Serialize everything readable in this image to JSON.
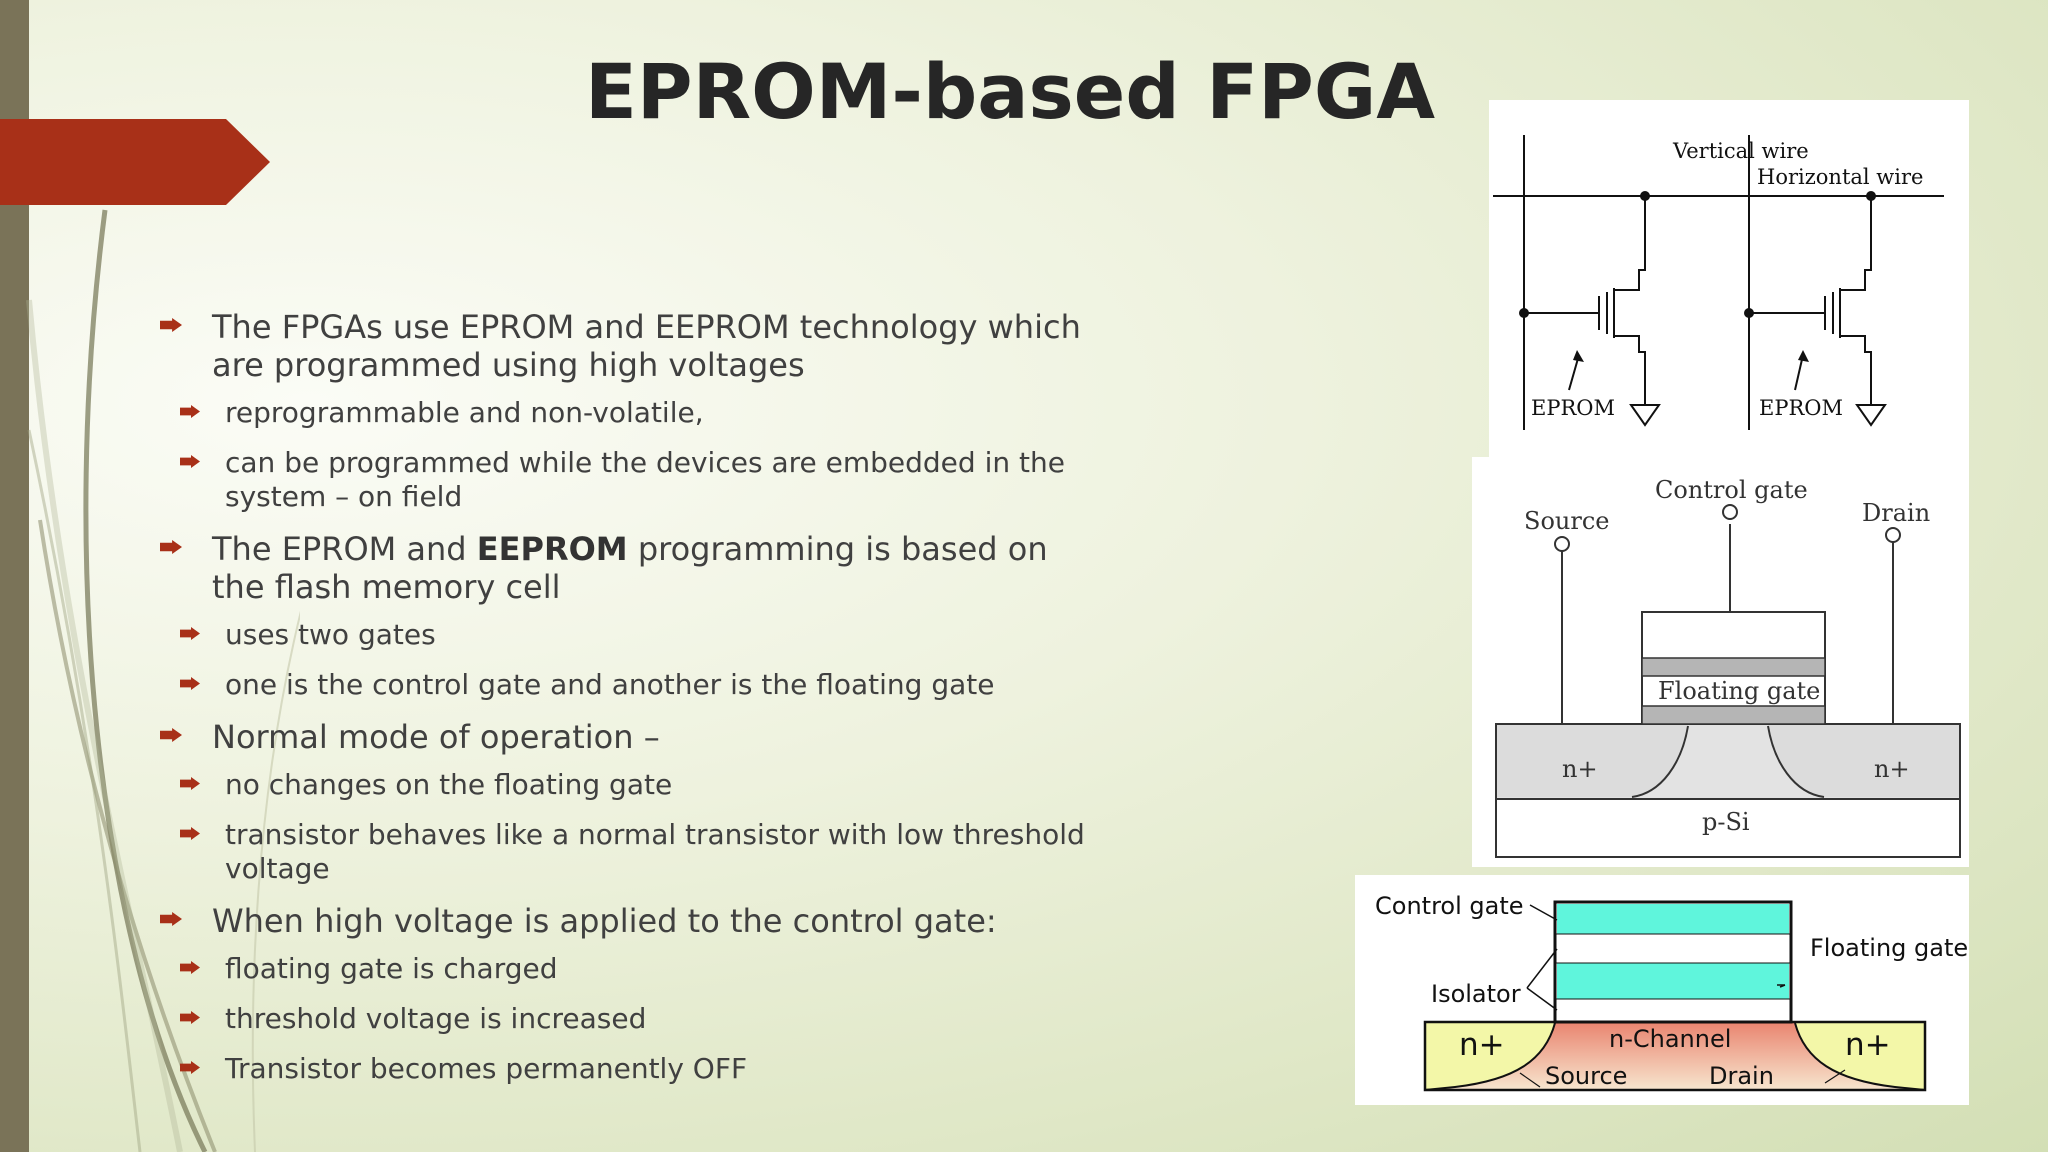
{
  "slide": {
    "title": "EPROM-based FPGA"
  },
  "bullets": [
    {
      "text": "The FPGAs use EPROM and EEPROM technology which are programmed using high voltages",
      "sub": [
        "reprogrammable and non-volatile,",
        "can be programmed while the devices are embedded in the system – on field"
      ]
    },
    {
      "text_before": "The EPROM and ",
      "text_bold": "EEPROM",
      "text_after": " programming is based on the flash memory cell",
      "sub": [
        "uses two gates",
        "one is the control gate and another is the floating gate"
      ]
    },
    {
      "text": "Normal mode of operation –",
      "sub": [
        "no changes on the floating gate",
        "transistor behaves like a normal transistor with low threshold voltage"
      ]
    },
    {
      "text": "When high voltage is applied to the control gate:",
      "sub": [
        "floating gate is charged",
        "threshold voltage is increased",
        "Transistor becomes permanently OFF"
      ]
    }
  ],
  "figure_wires": {
    "vertical_label": "Vertical wire",
    "horizontal_label": "Horizontal wire",
    "eprom_left": "EPROM",
    "eprom_right": "EPROM"
  },
  "figure_cell": {
    "source": "Source",
    "control_gate": "Control gate",
    "drain": "Drain",
    "floating_gate": "Floating gate",
    "n_left": "n+",
    "n_right": "n+",
    "substrate": "p-Si"
  },
  "figure_channel": {
    "control_gate": "Control gate",
    "floating_gate": "Floating gate",
    "isolator": "Isolator",
    "n_left": "n+",
    "n_right": "n+",
    "channel": "n-Channel",
    "source": "Source",
    "drain": "Drain"
  },
  "colors": {
    "accent": "#a83018",
    "sidebar": "#7a7358",
    "gate_fill": "#5ff5dc",
    "channel_fill": "#e9846f",
    "nplus_fill": "#f3f7a8"
  }
}
